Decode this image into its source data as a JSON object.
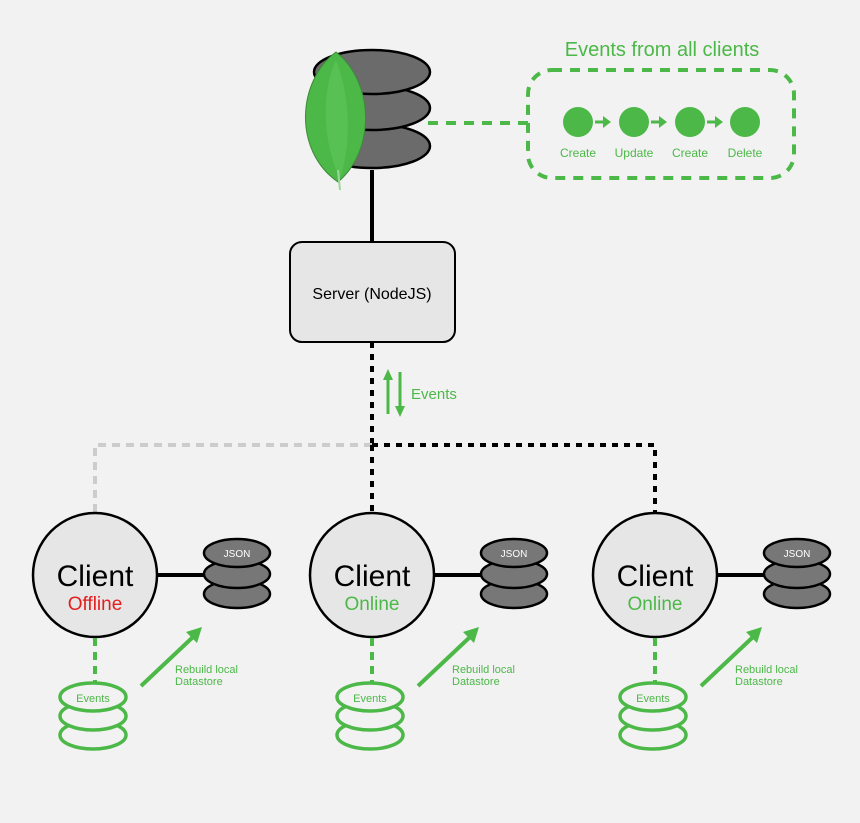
{
  "event_log": {
    "title": "Events from all clients",
    "steps": [
      "Create",
      "Update",
      "Create",
      "Delete"
    ]
  },
  "server": {
    "label": "Server (NodeJS)"
  },
  "sync": {
    "label": "Events"
  },
  "clients": [
    {
      "title": "Client",
      "status": "Offline",
      "store_label": "JSON",
      "events_label": "Events",
      "rebuild_label": [
        "Rebuild local",
        "Datastore"
      ]
    },
    {
      "title": "Client",
      "status": "Online",
      "store_label": "JSON",
      "events_label": "Events",
      "rebuild_label": [
        "Rebuild local",
        "Datastore"
      ]
    },
    {
      "title": "Client",
      "status": "Online",
      "store_label": "JSON",
      "events_label": "Events",
      "rebuild_label": [
        "Rebuild local",
        "Datastore"
      ]
    }
  ],
  "colors": {
    "green": "#4cb848",
    "offline_red": "#e41e1e",
    "gray_link": "#cccccc",
    "db_fill": "#777777",
    "node_fill": "#e6e6e6"
  }
}
